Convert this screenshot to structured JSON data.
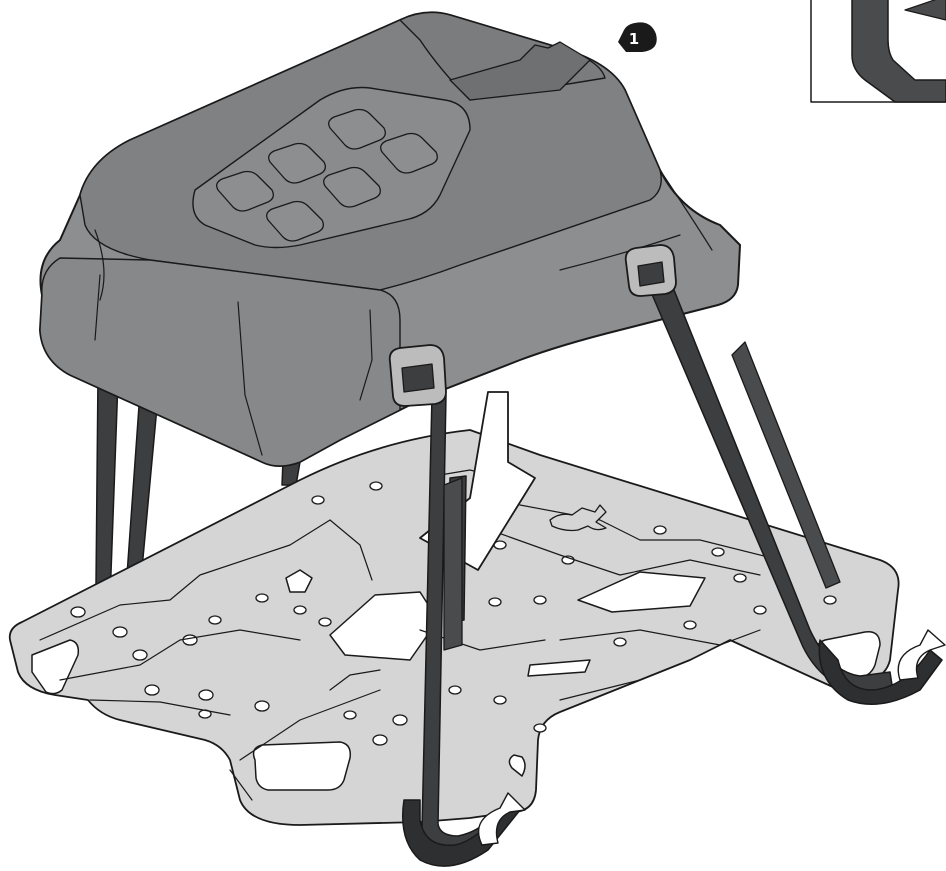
{
  "step": {
    "number": "1"
  },
  "colors": {
    "bag": "#8d8e90",
    "bag_top": "#7b7c7e",
    "bag_shadow": "#6f7072",
    "strap": "#3d3e40",
    "strap_dark": "#2e2f31",
    "rack": "#d5d5d5",
    "outline": "#1a1a1a",
    "arrow": "#ffffff"
  },
  "icons": [
    "step-number-badge",
    "down-arrow-icon",
    "curved-arrow-icon",
    "buckle-icon",
    "logo-mark"
  ]
}
